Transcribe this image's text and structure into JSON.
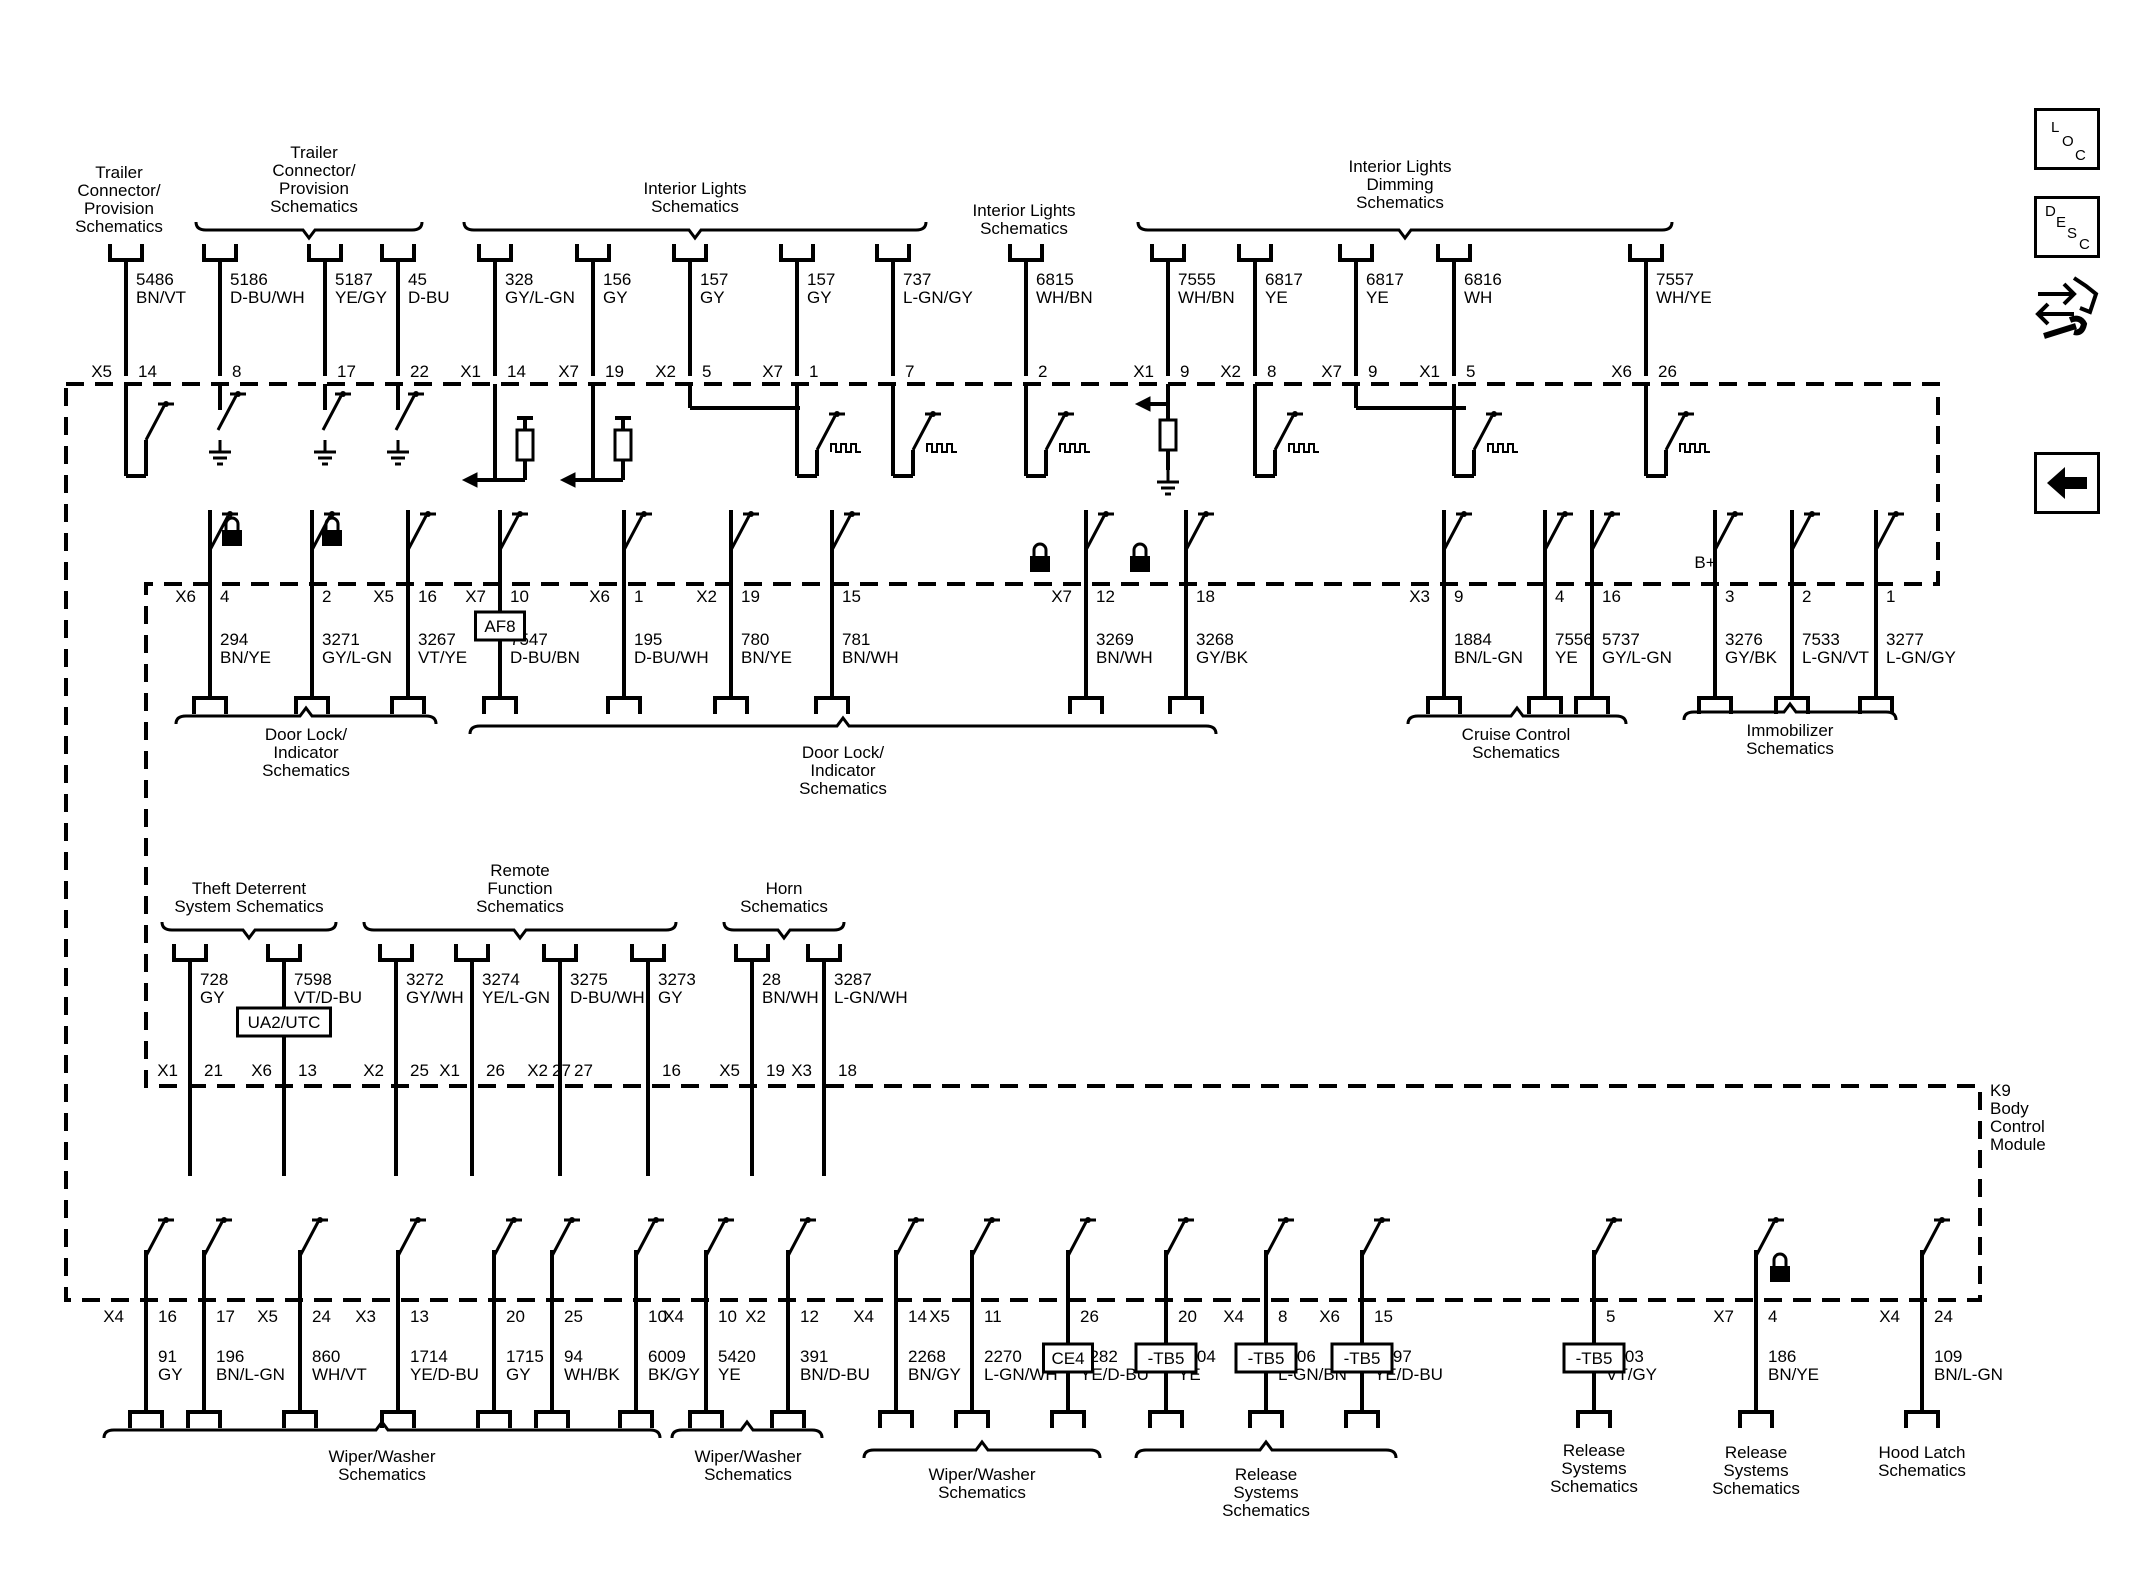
{
  "module_label": [
    "K9",
    "Body",
    "Control",
    "Module"
  ],
  "top_groups": [
    {
      "label": [
        "Trailer",
        "Connector/",
        "Provision",
        "Schematics"
      ]
    },
    {
      "label": [
        "Trailer",
        "Connector/",
        "Provision",
        "Schematics"
      ]
    },
    {
      "label": [
        "Interior Lights",
        "Schematics"
      ]
    },
    {
      "label": [
        "Interior Lights",
        "Schematics"
      ]
    },
    {
      "label": [
        "Interior Lights",
        "Dimming",
        "Schematics"
      ]
    }
  ],
  "top_pins": [
    {
      "circuit": "5486",
      "color": "BN/VT",
      "connector": "X5",
      "pin": "14",
      "load": "switch"
    },
    {
      "circuit": "5186",
      "color": "D-BU/WH",
      "connector": "",
      "pin": "8",
      "load": "ground"
    },
    {
      "circuit": "5187",
      "color": "YE/GY",
      "connector": "",
      "pin": "17",
      "load": "ground"
    },
    {
      "circuit": "45",
      "color": "D-BU",
      "connector": "",
      "pin": "22",
      "load": "ground"
    },
    {
      "circuit": "328",
      "color": "GY/L-GN",
      "connector": "X1",
      "pin": "14",
      "load": "pullup"
    },
    {
      "circuit": "156",
      "color": "GY",
      "connector": "X7",
      "pin": "19",
      "load": "pullup"
    },
    {
      "circuit": "157",
      "color": "GY",
      "connector": "X2",
      "pin": "5",
      "load": "tie"
    },
    {
      "circuit": "157",
      "color": "GY",
      "connector": "X7",
      "pin": "1",
      "load": "pwm"
    },
    {
      "circuit": "737",
      "color": "L-GN/GY",
      "connector": "",
      "pin": "7",
      "load": "pwm"
    },
    {
      "circuit": "6815",
      "color": "WH/BN",
      "connector": "",
      "pin": "2",
      "load": "pwm"
    },
    {
      "circuit": "7555",
      "color": "WH/BN",
      "connector": "X1",
      "pin": "9",
      "load": "resistor"
    },
    {
      "circuit": "6817",
      "color": "YE",
      "connector": "X2",
      "pin": "8",
      "load": "pwm"
    },
    {
      "circuit": "6817",
      "color": "YE",
      "connector": "X7",
      "pin": "9",
      "load": "tie"
    },
    {
      "circuit": "6816",
      "color": "WH",
      "connector": "X1",
      "pin": "5",
      "load": "pwm"
    },
    {
      "circuit": "7557",
      "color": "WH/YE",
      "connector": "X6",
      "pin": "26",
      "load": "pwm"
    }
  ],
  "row2_pins": [
    {
      "circuit": "294",
      "color": "BN/YE",
      "connector": "X6",
      "pin": "4"
    },
    {
      "circuit": "3271",
      "color": "GY/L-GN",
      "connector": "",
      "pin": "2"
    },
    {
      "circuit": "3267",
      "color": "VT/YE",
      "connector": "X5",
      "pin": "16"
    },
    {
      "circuit": "7547",
      "color": "D-BU/BN",
      "connector": "X7",
      "pin": "10",
      "box": "AF8"
    },
    {
      "circuit": "195",
      "color": "D-BU/WH",
      "connector": "X6",
      "pin": "1"
    },
    {
      "circuit": "780",
      "color": "BN/YE",
      "connector": "X2",
      "pin": "19"
    },
    {
      "circuit": "781",
      "color": "BN/WH",
      "connector": "",
      "pin": "15"
    },
    {
      "circuit": "3269",
      "color": "BN/WH",
      "connector": "X7",
      "pin": "12"
    },
    {
      "circuit": "3268",
      "color": "GY/BK",
      "connector": "",
      "pin": "18"
    },
    {
      "circuit": "1884",
      "color": "BN/L-GN",
      "connector": "X3",
      "pin": "9"
    },
    {
      "circuit": "7556",
      "color": "YE",
      "connector": "",
      "pin": "4"
    },
    {
      "circuit": "5737",
      "color": "GY/L-GN",
      "connector": "",
      "pin": "16"
    },
    {
      "circuit": "3276",
      "color": "GY/BK",
      "connector": "",
      "pin": "3"
    },
    {
      "circuit": "7533",
      "color": "L-GN/VT",
      "connector": "",
      "pin": "2"
    },
    {
      "circuit": "3277",
      "color": "L-GN/GY",
      "connector": "",
      "pin": "1"
    }
  ],
  "row2_groups": [
    {
      "label": [
        "Door Lock/",
        "Indicator",
        "Schematics"
      ]
    },
    {
      "label": [
        "Door Lock/",
        "Indicator",
        "Schematics"
      ]
    },
    {
      "label": [
        "Cruise Control",
        "Schematics"
      ]
    },
    {
      "label": [
        "Immobilizer",
        "Schematics"
      ]
    }
  ],
  "bplus_label": "B+",
  "row3_groups": [
    {
      "label": [
        "Theft Deterrent",
        "System Schematics"
      ]
    },
    {
      "label": [
        "Remote",
        "Function",
        "Schematics"
      ]
    },
    {
      "label": [
        "Horn",
        "Schematics"
      ]
    }
  ],
  "row3_pins": [
    {
      "circuit": "728",
      "color": "GY",
      "connector": "X1",
      "pin": "21"
    },
    {
      "circuit": "7598",
      "color": "VT/D-BU",
      "connector": "X6",
      "pin": "13",
      "box": "UA2/UTC"
    },
    {
      "circuit": "3272",
      "color": "GY/WH",
      "connector": "X2",
      "pin": "25"
    },
    {
      "circuit": "3274",
      "color": "YE/L-GN",
      "connector": "X1",
      "pin": "26"
    },
    {
      "circuit": "3275",
      "color": "D-BU/WH",
      "connector": "X2",
      "pin": "27"
    },
    {
      "circuit": "3273",
      "color": "GY",
      "connector": "",
      "pin": "16"
    },
    {
      "circuit": "28",
      "color": "BN/WH",
      "connector": "X5",
      "pin": "19"
    },
    {
      "circuit": "3287",
      "color": "L-GN/WH",
      "connector": "X3",
      "pin": "18"
    }
  ],
  "bottom_pins": [
    {
      "circuit": "91",
      "color": "GY",
      "connector": "X4",
      "pin": "16"
    },
    {
      "circuit": "196",
      "color": "BN/L-GN",
      "connector": "",
      "pin": "17"
    },
    {
      "circuit": "860",
      "color": "WH/VT",
      "connector": "X5",
      "pin": "24"
    },
    {
      "circuit": "1714",
      "color": "YE/D-BU",
      "connector": "X3",
      "pin": "13"
    },
    {
      "circuit": "1715",
      "color": "GY",
      "connector": "",
      "pin": "20"
    },
    {
      "circuit": "94",
      "color": "WH/BK",
      "connector": "",
      "pin": "25"
    },
    {
      "circuit": "6009",
      "color": "BK/GY",
      "connector": "",
      "pin": "10"
    },
    {
      "circuit": "5420",
      "color": "YE",
      "connector": "X4",
      "pin": "10"
    },
    {
      "circuit": "391",
      "color": "BN/D-BU",
      "connector": "X2",
      "pin": "12"
    },
    {
      "circuit": "2268",
      "color": "BN/GY",
      "connector": "X4",
      "pin": "14"
    },
    {
      "circuit": "2270",
      "color": "L-GN/WH",
      "connector": "X5",
      "pin": "11"
    },
    {
      "circuit": "2282",
      "color": "YE/D-BU",
      "connector": "",
      "pin": "26",
      "box": "CE4"
    },
    {
      "circuit": "5704",
      "color": "YE",
      "connector": "",
      "pin": "20",
      "box": "-TB5"
    },
    {
      "circuit": "5706",
      "color": "L-GN/BN",
      "connector": "X4",
      "pin": "8",
      "box": "-TB5"
    },
    {
      "circuit": "5797",
      "color": "YE/D-BU",
      "connector": "X6",
      "pin": "15",
      "box": "-TB5"
    },
    {
      "circuit": "1303",
      "color": "VT/GY",
      "connector": "",
      "pin": "5",
      "box": "-TB5"
    },
    {
      "circuit": "186",
      "color": "BN/YE",
      "connector": "X7",
      "pin": "4"
    },
    {
      "circuit": "109",
      "color": "BN/L-GN",
      "connector": "X4",
      "pin": "24"
    }
  ],
  "bottom_groups": [
    {
      "label": [
        "Wiper/Washer",
        "Schematics"
      ]
    },
    {
      "label": [
        "Wiper/Washer",
        "Schematics"
      ]
    },
    {
      "label": [
        "Wiper/Washer",
        "Schematics"
      ]
    },
    {
      "label": [
        "Release",
        "Systems",
        "Schematics"
      ]
    },
    {
      "label": [
        "Release",
        "Systems",
        "Schematics"
      ]
    },
    {
      "label": [
        "Release",
        "Systems",
        "Schematics"
      ]
    },
    {
      "label": [
        "Hood Latch",
        "Schematics"
      ]
    }
  ],
  "side_icons": [
    {
      "name": "loc-icon",
      "letters": [
        "L",
        "O",
        "C"
      ]
    },
    {
      "name": "desc-icon",
      "letters": [
        "D",
        "E",
        "S",
        "C"
      ]
    },
    {
      "name": "diagnostic-wrench-icon"
    },
    {
      "name": "back-arrow-icon"
    }
  ]
}
